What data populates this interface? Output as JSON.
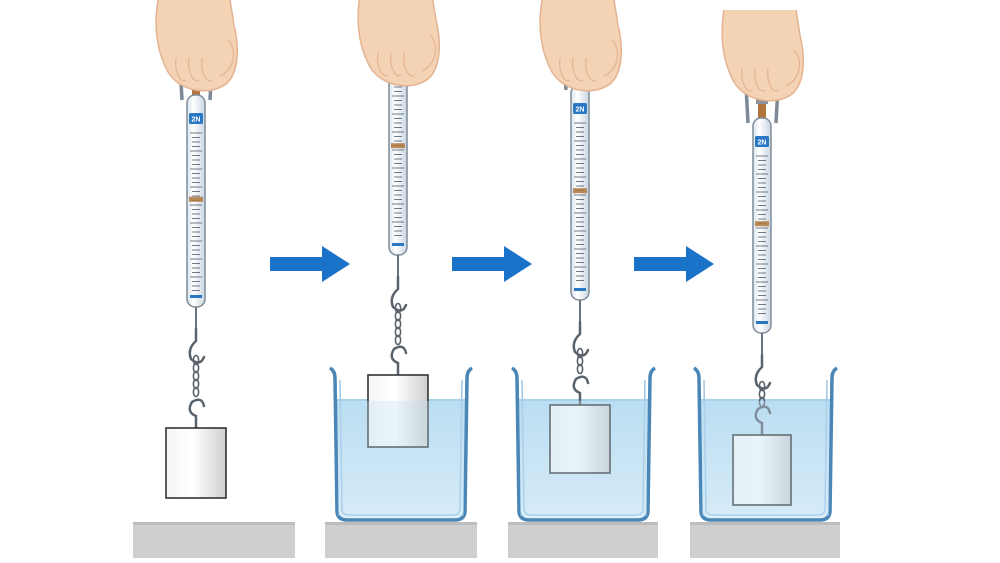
{
  "scale_badge": "2N",
  "colors": {
    "arrow": "#1a73c8",
    "skin": "#f4d2b4",
    "skin_shadow": "#e3b392",
    "water": "#c4e2f4",
    "water_surface": "#a9d3ec",
    "beaker_outline": "#4a86b6",
    "platform": "#cfcfcf",
    "scale_blue": "#2a78c4",
    "scale_brass": "#b0753c"
  },
  "stages": [
    {
      "id": "stage-1-in-air",
      "immersion": "none",
      "in_beaker": false
    },
    {
      "id": "stage-2-partly-submerged",
      "immersion": "partial",
      "in_beaker": true
    },
    {
      "id": "stage-3-fully-submerged",
      "immersion": "full",
      "in_beaker": true
    },
    {
      "id": "stage-4-deep-submerged",
      "immersion": "deep",
      "in_beaker": true
    }
  ],
  "arrows": [
    {
      "direction": "right"
    },
    {
      "direction": "right"
    },
    {
      "direction": "right"
    }
  ]
}
